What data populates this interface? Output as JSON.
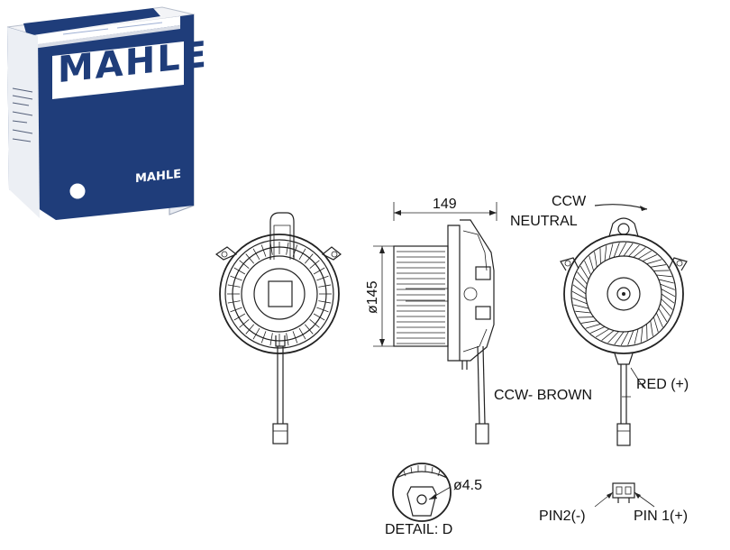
{
  "box": {
    "brand_main": "MAHLE",
    "brand_small": "MAHLE"
  },
  "drawing": {
    "dimension_width": "149",
    "dimension_diameter": "ø145",
    "rotation_label_line1": "CCW",
    "rotation_label_line2": "NEUTRAL",
    "wire_red": "RED (+)",
    "wire_brown": "CCW- BROWN",
    "hole_diameter": "ø4.5",
    "detail_label": "DETAIL: D",
    "pin2": "PIN2(-)",
    "pin1": "PIN 1(+)"
  },
  "colors": {
    "box_blue": "#1f3d7a",
    "box_white": "#ffffff"
  }
}
